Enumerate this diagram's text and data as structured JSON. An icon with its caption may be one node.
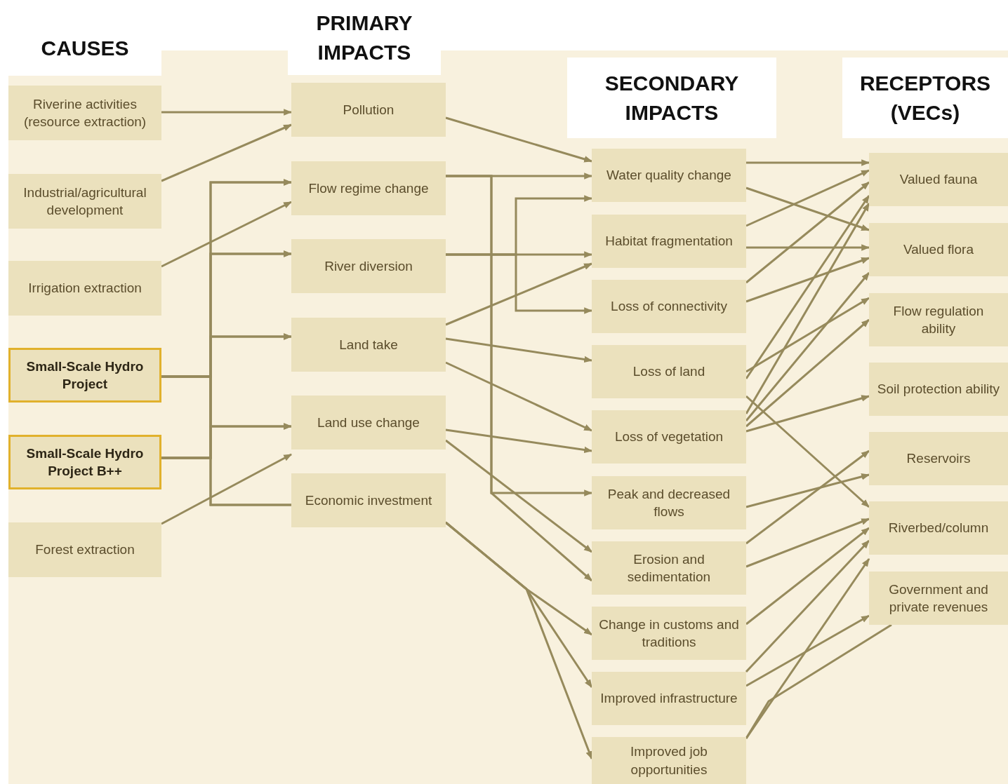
{
  "diagram": {
    "nodes": [
      {
        "text": [
          "Riverine activities (resource extraction)"
        ]
      },
      {
        "text": [
          "Industrial/agricultural development"
        ]
      },
      {
        "text": [
          "Irrigation extraction"
        ]
      },
      {
        "text": [
          "Small-Scale Hydro Project"
        ]
      },
      {
        "text": [
          "Small-Scale Hydro Project B++"
        ]
      },
      {
        "text": [
          "Forest extraction"
        ]
      },
      {
        "text": [
          "Pollution"
        ]
      },
      {
        "text": [
          "Flow regime change"
        ]
      },
      {
        "text": [
          "River diversion"
        ]
      },
      {
        "text": [
          "Land take"
        ]
      },
      {
        "text": [
          "Land use change"
        ]
      },
      {
        "text": [
          "Economic investment"
        ]
      },
      {
        "text": [
          "Water quality change"
        ]
      },
      {
        "text": [
          "Habitat fragmentation"
        ]
      },
      {
        "text": [
          "Loss of connectivity"
        ]
      },
      {
        "text": [
          "Loss of land"
        ]
      },
      {
        "text": [
          "Loss of vegetation"
        ]
      },
      {
        "text": [
          "Peak and decreased flows"
        ]
      },
      {
        "text": [
          "Erosion and sedimentation"
        ]
      },
      {
        "text": [
          "Change in customs and traditions"
        ]
      },
      {
        "text": [
          "Improved infrastructure"
        ]
      },
      {
        "text": [
          "Improved job opportunities"
        ]
      },
      {
        "text": [
          "Valued fauna"
        ]
      },
      {
        "text": [
          "Valued flora"
        ]
      },
      {
        "text": [
          "Flow regulation ability"
        ]
      },
      {
        "text": [
          "Soil protection ability"
        ]
      },
      {
        "text": [
          "Reservoirs"
        ]
      },
      {
        "text": [
          "Riverbed/column"
        ]
      },
      {
        "text": [
          "Government and private revenues"
        ]
      }
    ],
    "edges": [
      {
        "from": 0,
        "to": 6,
        "arrow": "to"
      },
      {
        "from": 1,
        "to": 6,
        "arrow": "to"
      },
      {
        "from": 2,
        "to": 7,
        "arrow": "to"
      },
      {
        "from": 5,
        "to": 10,
        "arrow": "to"
      },
      {
        "from": 3,
        "to": 7,
        "arrow": "to"
      },
      {
        "from": 3,
        "to": 8,
        "arrow": "to"
      },
      {
        "from": 3,
        "to": 9,
        "arrow": "to"
      },
      {
        "from": 3,
        "to": 10,
        "arrow": "to"
      },
      {
        "from": 3,
        "to": 11,
        "arrow": "none"
      },
      {
        "from": 4,
        "to": 7,
        "arrow": "to"
      },
      {
        "from": 4,
        "to": 8,
        "arrow": "to"
      },
      {
        "from": 4,
        "to": 9,
        "arrow": "to"
      },
      {
        "from": 4,
        "to": 10,
        "arrow": "to"
      },
      {
        "from": 4,
        "to": 11,
        "arrow": "none"
      },
      {
        "from": 6,
        "to": 12,
        "arrow": "to"
      },
      {
        "from": 7,
        "to": 12,
        "arrow": "to"
      },
      {
        "from": 7,
        "to": 17,
        "arrow": "to"
      },
      {
        "from": 7,
        "to": 18,
        "arrow": "to"
      },
      {
        "from": 8,
        "to": 13,
        "arrow": "to"
      },
      {
        "from": 8,
        "to": 12,
        "arrow": "to"
      },
      {
        "from": 8,
        "to": 14,
        "arrow": "to"
      },
      {
        "from": 9,
        "to": 13,
        "arrow": "to"
      },
      {
        "from": 9,
        "to": 15,
        "arrow": "to"
      },
      {
        "from": 9,
        "to": 16,
        "arrow": "to"
      },
      {
        "from": 10,
        "to": 16,
        "arrow": "to"
      },
      {
        "from": 10,
        "to": 18,
        "arrow": "to"
      },
      {
        "from": 11,
        "to": 19,
        "arrow": "to"
      },
      {
        "from": 11,
        "to": 20,
        "arrow": "to"
      },
      {
        "from": 11,
        "to": 21,
        "arrow": "to"
      },
      {
        "from": 12,
        "to": 22,
        "arrow": "to"
      },
      {
        "from": 12,
        "to": 23,
        "arrow": "to"
      },
      {
        "from": 13,
        "to": 22,
        "arrow": "to"
      },
      {
        "from": 13,
        "to": 23,
        "arrow": "to"
      },
      {
        "from": 14,
        "to": 22,
        "arrow": "to"
      },
      {
        "from": 14,
        "to": 23,
        "arrow": "to"
      },
      {
        "from": 15,
        "to": 22,
        "arrow": "to"
      },
      {
        "from": 15,
        "to": 24,
        "arrow": "to"
      },
      {
        "from": 15,
        "to": 27,
        "arrow": "to"
      },
      {
        "from": 16,
        "to": 22,
        "arrow": "to"
      },
      {
        "from": 16,
        "to": 23,
        "arrow": "to"
      },
      {
        "from": 16,
        "to": 24,
        "arrow": "to"
      },
      {
        "from": 16,
        "to": 25,
        "arrow": "to"
      },
      {
        "from": 17,
        "to": 26,
        "arrow": "to"
      },
      {
        "from": 18,
        "to": 26,
        "arrow": "to"
      },
      {
        "from": 18,
        "to": 27,
        "arrow": "to"
      },
      {
        "from": 19,
        "to": 27,
        "arrow": "to"
      },
      {
        "from": 20,
        "to": 27,
        "arrow": "to"
      },
      {
        "from": 20,
        "to": 28,
        "arrow": "to"
      },
      {
        "from": 21,
        "to": 27,
        "arrow": "to"
      },
      {
        "from": 21,
        "to": 28,
        "arrow": "none"
      }
    ],
    "labels": [
      "CAUSES",
      "PRIMARY IMPACTS",
      "SECONDARY IMPACTS",
      "RECEPTORS (VECs)"
    ]
  }
}
